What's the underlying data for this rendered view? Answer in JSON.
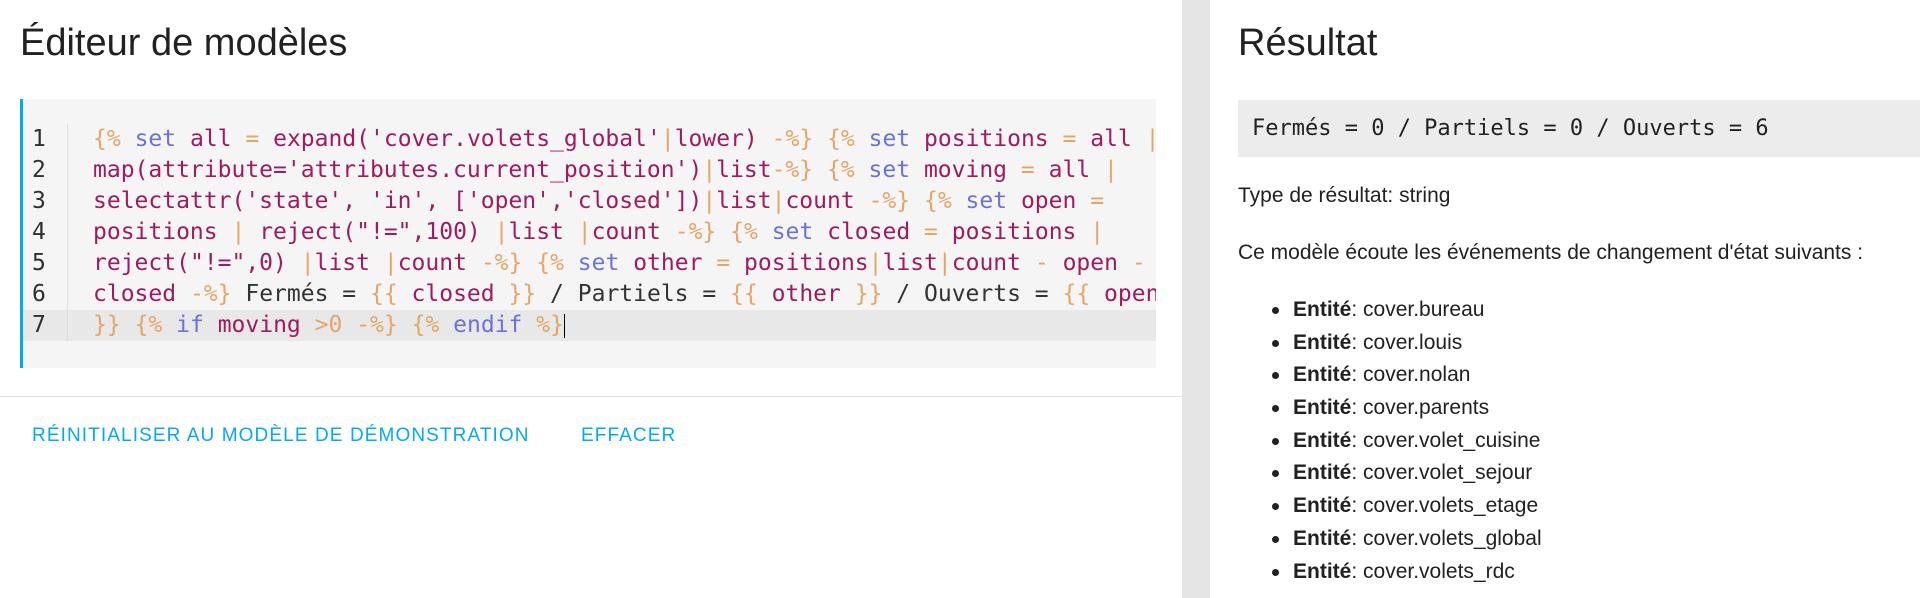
{
  "editor": {
    "title": "Éditeur de modèles",
    "lines": [
      {
        "num": "1",
        "tokens": [
          {
            "t": "{%",
            "c": "delim"
          },
          {
            "t": " ",
            "c": "text"
          },
          {
            "t": "set",
            "c": "kw"
          },
          {
            "t": " ",
            "c": "text"
          },
          {
            "t": "all",
            "c": "var"
          },
          {
            "t": " ",
            "c": "text"
          },
          {
            "t": "=",
            "c": "op"
          },
          {
            "t": " ",
            "c": "text"
          },
          {
            "t": "expand(",
            "c": "var"
          },
          {
            "t": "'cover.volets_global'",
            "c": "str"
          },
          {
            "t": "|",
            "c": "pipe"
          },
          {
            "t": "lower)",
            "c": "var"
          },
          {
            "t": " ",
            "c": "text"
          },
          {
            "t": "-%}",
            "c": "delim"
          },
          {
            "t": " ",
            "c": "text"
          },
          {
            "t": "{%",
            "c": "delim"
          },
          {
            "t": " ",
            "c": "text"
          },
          {
            "t": "set",
            "c": "kw"
          },
          {
            "t": " ",
            "c": "text"
          },
          {
            "t": "positions",
            "c": "var"
          },
          {
            "t": " ",
            "c": "text"
          },
          {
            "t": "=",
            "c": "op"
          },
          {
            "t": " ",
            "c": "text"
          },
          {
            "t": "all",
            "c": "var"
          },
          {
            "t": " ",
            "c": "text"
          },
          {
            "t": "|",
            "c": "pipe"
          }
        ]
      },
      {
        "num": "2",
        "tokens": [
          {
            "t": "map(attribute=",
            "c": "var"
          },
          {
            "t": "'attributes.current_position'",
            "c": "str"
          },
          {
            "t": ")",
            "c": "var"
          },
          {
            "t": "|",
            "c": "pipe"
          },
          {
            "t": "list",
            "c": "var"
          },
          {
            "t": "-%}",
            "c": "delim"
          },
          {
            "t": " ",
            "c": "text"
          },
          {
            "t": "{%",
            "c": "delim"
          },
          {
            "t": " ",
            "c": "text"
          },
          {
            "t": "set",
            "c": "kw"
          },
          {
            "t": " ",
            "c": "text"
          },
          {
            "t": "moving",
            "c": "var"
          },
          {
            "t": " ",
            "c": "text"
          },
          {
            "t": "=",
            "c": "op"
          },
          {
            "t": " ",
            "c": "text"
          },
          {
            "t": "all",
            "c": "var"
          },
          {
            "t": " ",
            "c": "text"
          },
          {
            "t": "|",
            "c": "pipe"
          }
        ]
      },
      {
        "num": "3",
        "tokens": [
          {
            "t": "selectattr(",
            "c": "var"
          },
          {
            "t": "'state'",
            "c": "str"
          },
          {
            "t": ", ",
            "c": "var"
          },
          {
            "t": "'in'",
            "c": "str"
          },
          {
            "t": ", [",
            "c": "var"
          },
          {
            "t": "'open'",
            "c": "str"
          },
          {
            "t": ",",
            "c": "var"
          },
          {
            "t": "'closed'",
            "c": "str"
          },
          {
            "t": "])",
            "c": "var"
          },
          {
            "t": "|",
            "c": "pipe"
          },
          {
            "t": "list",
            "c": "var"
          },
          {
            "t": "|",
            "c": "pipe"
          },
          {
            "t": "count",
            "c": "var"
          },
          {
            "t": " ",
            "c": "text"
          },
          {
            "t": "-%}",
            "c": "delim"
          },
          {
            "t": " ",
            "c": "text"
          },
          {
            "t": "{%",
            "c": "delim"
          },
          {
            "t": " ",
            "c": "text"
          },
          {
            "t": "set",
            "c": "kw"
          },
          {
            "t": " ",
            "c": "text"
          },
          {
            "t": "open",
            "c": "var"
          },
          {
            "t": " ",
            "c": "text"
          },
          {
            "t": "=",
            "c": "op"
          }
        ]
      },
      {
        "num": "4",
        "tokens": [
          {
            "t": "positions",
            "c": "var"
          },
          {
            "t": " ",
            "c": "text"
          },
          {
            "t": "|",
            "c": "pipe"
          },
          {
            "t": " ",
            "c": "text"
          },
          {
            "t": "reject(",
            "c": "var"
          },
          {
            "t": "\"!=\"",
            "c": "str"
          },
          {
            "t": ",100)",
            "c": "var"
          },
          {
            "t": " ",
            "c": "text"
          },
          {
            "t": "|",
            "c": "pipe"
          },
          {
            "t": "list",
            "c": "var"
          },
          {
            "t": " ",
            "c": "text"
          },
          {
            "t": "|",
            "c": "pipe"
          },
          {
            "t": "count",
            "c": "var"
          },
          {
            "t": " ",
            "c": "text"
          },
          {
            "t": "-%}",
            "c": "delim"
          },
          {
            "t": " ",
            "c": "text"
          },
          {
            "t": "{%",
            "c": "delim"
          },
          {
            "t": " ",
            "c": "text"
          },
          {
            "t": "set",
            "c": "kw"
          },
          {
            "t": " ",
            "c": "text"
          },
          {
            "t": "closed",
            "c": "var"
          },
          {
            "t": " ",
            "c": "text"
          },
          {
            "t": "=",
            "c": "op"
          },
          {
            "t": " ",
            "c": "text"
          },
          {
            "t": "positions",
            "c": "var"
          },
          {
            "t": " ",
            "c": "text"
          },
          {
            "t": "|",
            "c": "pipe"
          }
        ]
      },
      {
        "num": "5",
        "tokens": [
          {
            "t": "reject(",
            "c": "var"
          },
          {
            "t": "\"!=\"",
            "c": "str"
          },
          {
            "t": ",0)",
            "c": "var"
          },
          {
            "t": " ",
            "c": "text"
          },
          {
            "t": "|",
            "c": "pipe"
          },
          {
            "t": "list",
            "c": "var"
          },
          {
            "t": " ",
            "c": "text"
          },
          {
            "t": "|",
            "c": "pipe"
          },
          {
            "t": "count",
            "c": "var"
          },
          {
            "t": " ",
            "c": "text"
          },
          {
            "t": "-%}",
            "c": "delim"
          },
          {
            "t": " ",
            "c": "text"
          },
          {
            "t": "{%",
            "c": "delim"
          },
          {
            "t": " ",
            "c": "text"
          },
          {
            "t": "set",
            "c": "kw"
          },
          {
            "t": " ",
            "c": "text"
          },
          {
            "t": "other",
            "c": "var"
          },
          {
            "t": " ",
            "c": "text"
          },
          {
            "t": "=",
            "c": "op"
          },
          {
            "t": " ",
            "c": "text"
          },
          {
            "t": "positions",
            "c": "var"
          },
          {
            "t": "|",
            "c": "pipe"
          },
          {
            "t": "list",
            "c": "var"
          },
          {
            "t": "|",
            "c": "pipe"
          },
          {
            "t": "count",
            "c": "var"
          },
          {
            "t": " ",
            "c": "text"
          },
          {
            "t": "-",
            "c": "op"
          },
          {
            "t": " ",
            "c": "text"
          },
          {
            "t": "open",
            "c": "var"
          },
          {
            "t": " ",
            "c": "text"
          },
          {
            "t": "-",
            "c": "op"
          }
        ]
      },
      {
        "num": "6",
        "tokens": [
          {
            "t": "closed",
            "c": "var"
          },
          {
            "t": " ",
            "c": "text"
          },
          {
            "t": "-%}",
            "c": "delim"
          },
          {
            "t": " Fermés = ",
            "c": "text"
          },
          {
            "t": "{{",
            "c": "delim"
          },
          {
            "t": " ",
            "c": "text"
          },
          {
            "t": "closed",
            "c": "var"
          },
          {
            "t": " ",
            "c": "text"
          },
          {
            "t": "}}",
            "c": "delim"
          },
          {
            "t": " / Partiels = ",
            "c": "text"
          },
          {
            "t": "{{",
            "c": "delim"
          },
          {
            "t": " ",
            "c": "text"
          },
          {
            "t": "other",
            "c": "var"
          },
          {
            "t": " ",
            "c": "text"
          },
          {
            "t": "}}",
            "c": "delim"
          },
          {
            "t": " / Ouverts = ",
            "c": "text"
          },
          {
            "t": "{{",
            "c": "delim"
          },
          {
            "t": " ",
            "c": "text"
          },
          {
            "t": "open",
            "c": "var"
          }
        ]
      },
      {
        "num": "7",
        "tokens": [
          {
            "t": "}}",
            "c": "delim"
          },
          {
            "t": " ",
            "c": "text"
          },
          {
            "t": "{%",
            "c": "delim"
          },
          {
            "t": " ",
            "c": "text"
          },
          {
            "t": "if",
            "c": "kw"
          },
          {
            "t": " ",
            "c": "text"
          },
          {
            "t": "moving",
            "c": "var"
          },
          {
            "t": " ",
            "c": "text"
          },
          {
            "t": ">0",
            "c": "num"
          },
          {
            "t": " ",
            "c": "text"
          },
          {
            "t": "-%}",
            "c": "delim"
          },
          {
            "t": " ",
            "c": "text"
          },
          {
            "t": "{%",
            "c": "delim"
          },
          {
            "t": " ",
            "c": "text"
          },
          {
            "t": "endif",
            "c": "kw"
          },
          {
            "t": " ",
            "c": "text"
          },
          {
            "t": "%}",
            "c": "delim"
          }
        ]
      }
    ],
    "reset_label": "RÉINITIALISER AU MODÈLE DE DÉMONSTRATION",
    "clear_label": "EFFACER"
  },
  "result": {
    "title": "Résultat",
    "output": "Fermés = 0 / Partiels = 0 / Ouverts = 6",
    "type_text": "Type de résultat: string",
    "listen_text": "Ce modèle écoute les événements de changement d'état suivants :",
    "entity_label": "Entité",
    "entities": [
      "cover.bureau",
      "cover.louis",
      "cover.nolan",
      "cover.parents",
      "cover.volet_cuisine",
      "cover.volet_sejour",
      "cover.volets_etage",
      "cover.volets_global",
      "cover.volets_rdc"
    ]
  },
  "colors": {
    "accent": "#03a9f4",
    "keyword": "#6b72d8",
    "variable": "#a11a60",
    "delimiter": "#e6a565",
    "text": "#212121"
  }
}
